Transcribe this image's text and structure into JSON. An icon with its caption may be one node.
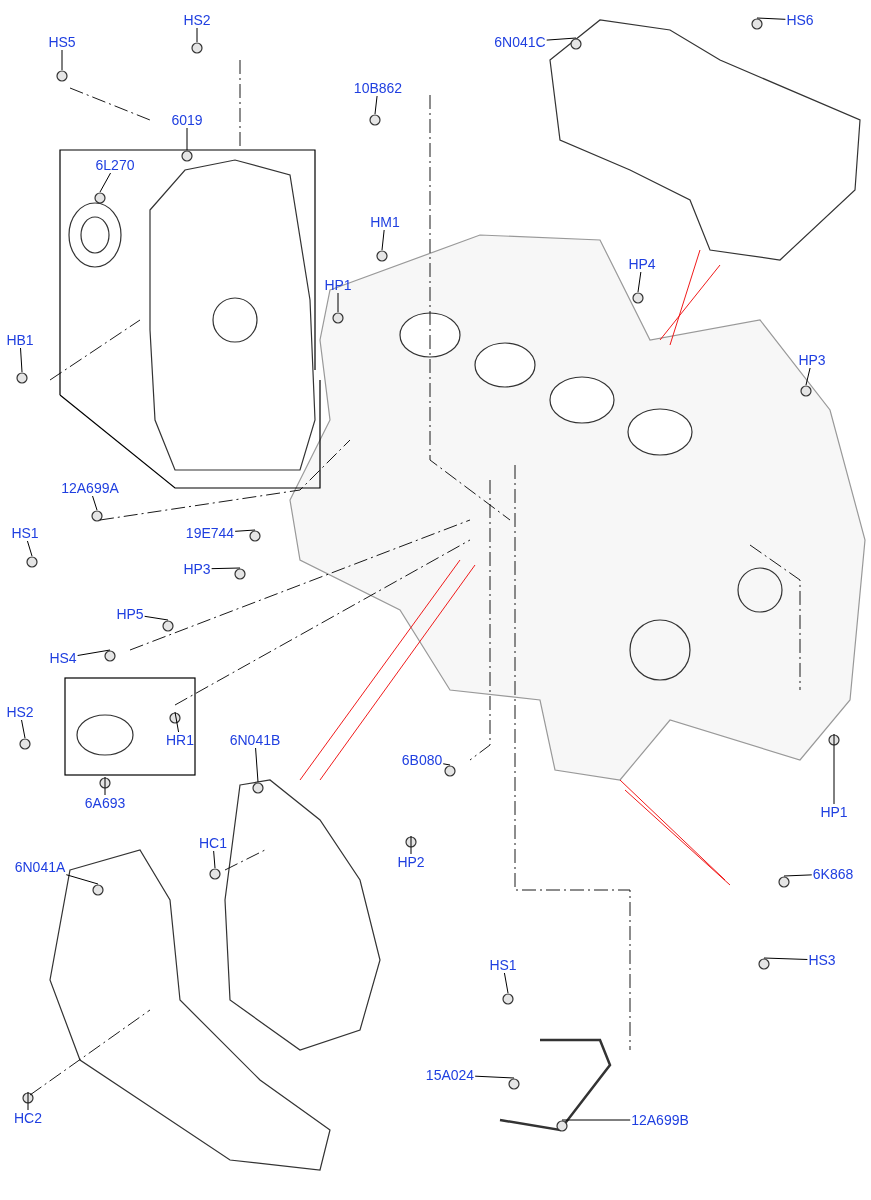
{
  "diagram": {
    "nodes": [
      {
        "text": [
          "HS5"
        ]
      },
      {
        "text": [
          "HS2"
        ]
      },
      {
        "text": [
          "10B862"
        ]
      },
      {
        "text": [
          "6N041C"
        ]
      },
      {
        "text": [
          "HS6"
        ]
      },
      {
        "text": [
          "6019"
        ]
      },
      {
        "text": [
          "6L270"
        ]
      },
      {
        "text": [
          "HM1"
        ]
      },
      {
        "text": [
          "HP1"
        ]
      },
      {
        "text": [
          "HP4"
        ]
      },
      {
        "text": [
          "HB1"
        ]
      },
      {
        "text": [
          "HP3"
        ]
      },
      {
        "text": [
          "12A699A"
        ]
      },
      {
        "text": [
          "HS1"
        ]
      },
      {
        "text": [
          "19E744"
        ]
      },
      {
        "text": [
          "HP3"
        ]
      },
      {
        "text": [
          "HP5"
        ]
      },
      {
        "text": [
          "HS4"
        ]
      },
      {
        "text": [
          "HS2"
        ]
      },
      {
        "text": [
          "HR1"
        ]
      },
      {
        "text": [
          "6A693"
        ]
      },
      {
        "text": [
          "6N041B"
        ]
      },
      {
        "text": [
          "6B080"
        ]
      },
      {
        "text": [
          "HP2"
        ]
      },
      {
        "text": [
          "HP1"
        ]
      },
      {
        "text": [
          "HC1"
        ]
      },
      {
        "text": [
          "6N041A"
        ]
      },
      {
        "text": [
          "6K868"
        ]
      },
      {
        "text": [
          "HS3"
        ]
      },
      {
        "text": [
          "HS1"
        ]
      },
      {
        "text": [
          "15A024"
        ]
      },
      {
        "text": [
          "12A699B"
        ]
      },
      {
        "text": [
          "HC2"
        ]
      }
    ],
    "edges": [
      {
        "from": 0,
        "to": null,
        "arrow": "none"
      },
      {
        "from": 1,
        "to": null,
        "arrow": "none"
      },
      {
        "from": 2,
        "to": null,
        "arrow": "none"
      },
      {
        "from": 3,
        "to": null,
        "arrow": "none"
      },
      {
        "from": 4,
        "to": null,
        "arrow": "none"
      },
      {
        "from": 5,
        "to": null,
        "arrow": "none"
      },
      {
        "from": 6,
        "to": null,
        "arrow": "none"
      },
      {
        "from": 7,
        "to": null,
        "arrow": "none"
      },
      {
        "from": 8,
        "to": null,
        "arrow": "none"
      },
      {
        "from": 9,
        "to": null,
        "arrow": "none"
      },
      {
        "from": 10,
        "to": null,
        "arrow": "none"
      },
      {
        "from": 11,
        "to": null,
        "arrow": "none"
      },
      {
        "from": 12,
        "to": null,
        "arrow": "none"
      },
      {
        "from": 13,
        "to": null,
        "arrow": "none"
      },
      {
        "from": 14,
        "to": null,
        "arrow": "none"
      },
      {
        "from": 15,
        "to": null,
        "arrow": "none"
      },
      {
        "from": 16,
        "to": null,
        "arrow": "none"
      },
      {
        "from": 17,
        "to": null,
        "arrow": "none"
      },
      {
        "from": 18,
        "to": null,
        "arrow": "none"
      },
      {
        "from": 19,
        "to": null,
        "arrow": "none"
      },
      {
        "from": 20,
        "to": null,
        "arrow": "none"
      },
      {
        "from": 21,
        "to": null,
        "arrow": "none"
      },
      {
        "from": 22,
        "to": null,
        "arrow": "none"
      },
      {
        "from": 23,
        "to": null,
        "arrow": "none"
      },
      {
        "from": 24,
        "to": null,
        "arrow": "none"
      },
      {
        "from": 25,
        "to": null,
        "arrow": "none"
      },
      {
        "from": 26,
        "to": null,
        "arrow": "none"
      },
      {
        "from": 27,
        "to": null,
        "arrow": "none"
      },
      {
        "from": 28,
        "to": null,
        "arrow": "none"
      },
      {
        "from": 29,
        "to": null,
        "arrow": "none"
      },
      {
        "from": 30,
        "to": null,
        "arrow": "none"
      },
      {
        "from": 31,
        "to": null,
        "arrow": "none"
      },
      {
        "from": 32,
        "to": null,
        "arrow": "none"
      }
    ]
  }
}
